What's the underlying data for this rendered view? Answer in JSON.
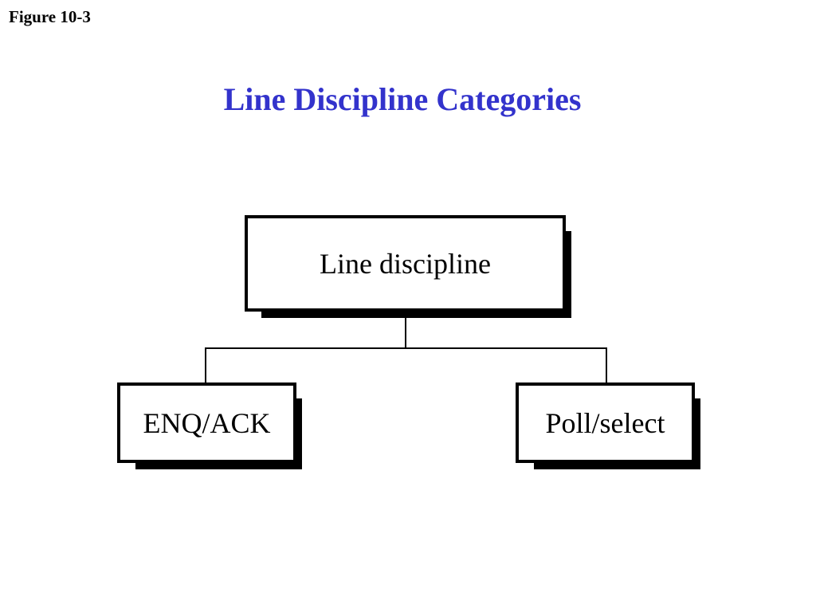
{
  "figure_label": "Figure 10-3",
  "title": "Line Discipline Categories",
  "colors": {
    "title": "#3333cc",
    "stroke": "#000000",
    "box_fill": "#ffffff"
  },
  "diagram": {
    "root": {
      "label": "Line discipline"
    },
    "children": [
      {
        "label": "ENQ/ACK"
      },
      {
        "label": "Poll/select"
      }
    ]
  }
}
